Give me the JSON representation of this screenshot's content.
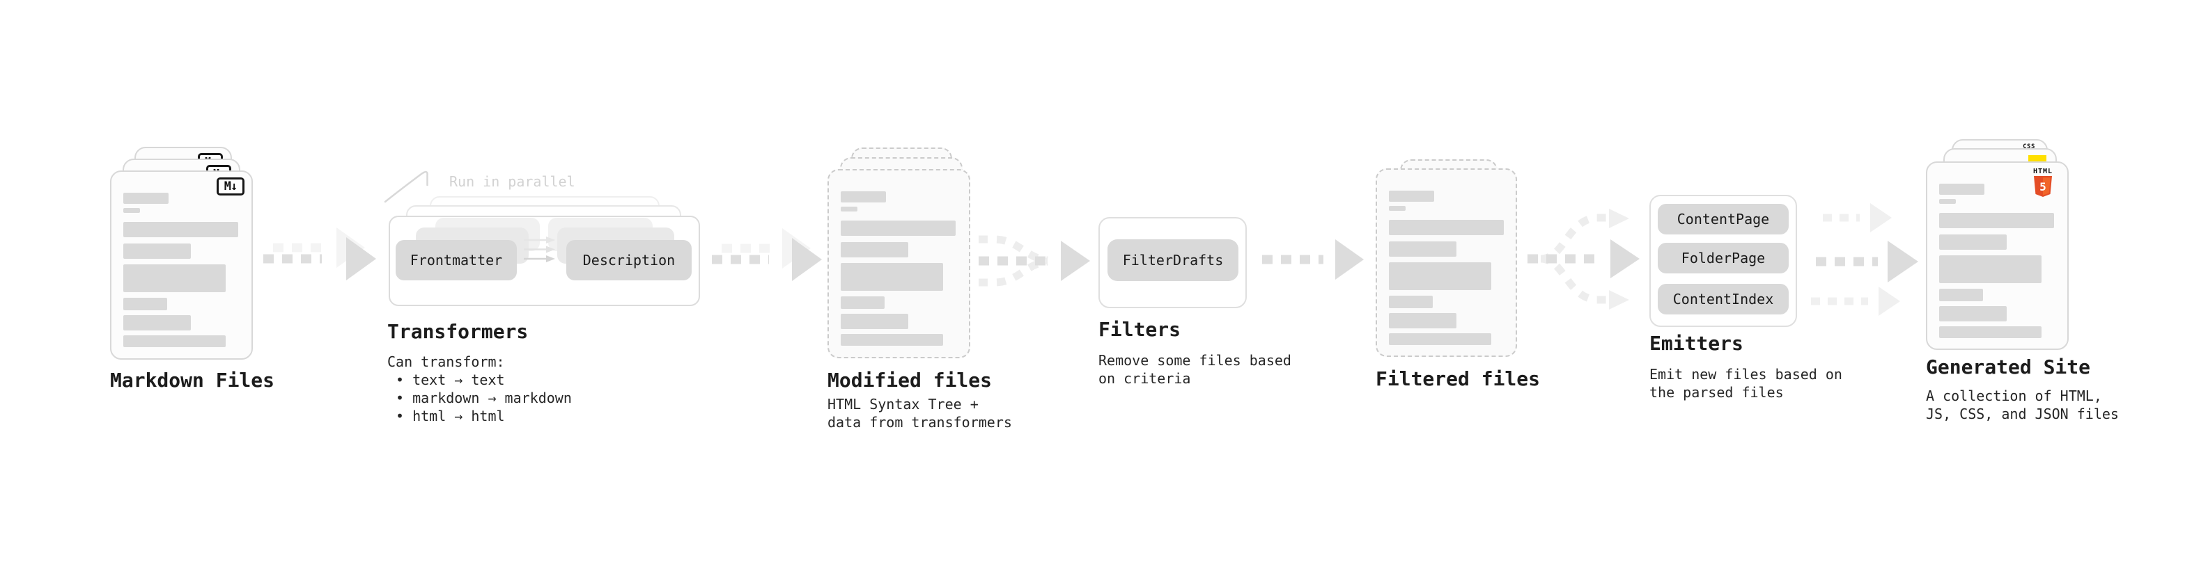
{
  "stages": [
    {
      "id": "markdown-files",
      "label": "Markdown Files",
      "badge": "M↓"
    },
    {
      "id": "transformers",
      "label": "Transformers",
      "note": "Run in parallel",
      "pills": [
        "Frontmatter",
        "Description"
      ],
      "caption": "Can transform:",
      "bullets": [
        "• text → text",
        "• markdown → markdown",
        "• html → html"
      ]
    },
    {
      "id": "modified-files",
      "label": "Modified files",
      "desc": [
        "HTML Syntax Tree +",
        "data from transformers"
      ]
    },
    {
      "id": "filters",
      "label": "Filters",
      "pills": [
        "FilterDrafts"
      ],
      "desc": [
        "Remove some files based",
        "on criteria"
      ]
    },
    {
      "id": "filtered-files",
      "label": "Filtered files"
    },
    {
      "id": "emitters",
      "label": "Emitters",
      "pills": [
        "ContentPage",
        "FolderPage",
        "ContentIndex"
      ],
      "desc": [
        "Emit new files based on",
        "the parsed files"
      ]
    },
    {
      "id": "generated-site",
      "label": "Generated Site",
      "badges": {
        "css_label": "CSS",
        "html_label": "HTML",
        "html_number": "5"
      },
      "desc": [
        "A collection of HTML,",
        "JS, CSS, and JSON files"
      ]
    }
  ],
  "colors": {
    "card_border": "#d8d8d8",
    "card_bg": "#fcfcfc",
    "placeholder_bar": "#d9d9d9",
    "pill_bg": "#d9d9d9",
    "arrow_dark": "#dedede",
    "arrow_light": "#efefef",
    "note_text": "#d2d2d2",
    "heading_text": "#1c1c1c",
    "html5_orange": "#e44d26",
    "html5_orange_light": "#f16529",
    "js_yellow": "#ffdf00",
    "css_blue": "#2463e0",
    "md_badge_border": "#161616"
  }
}
